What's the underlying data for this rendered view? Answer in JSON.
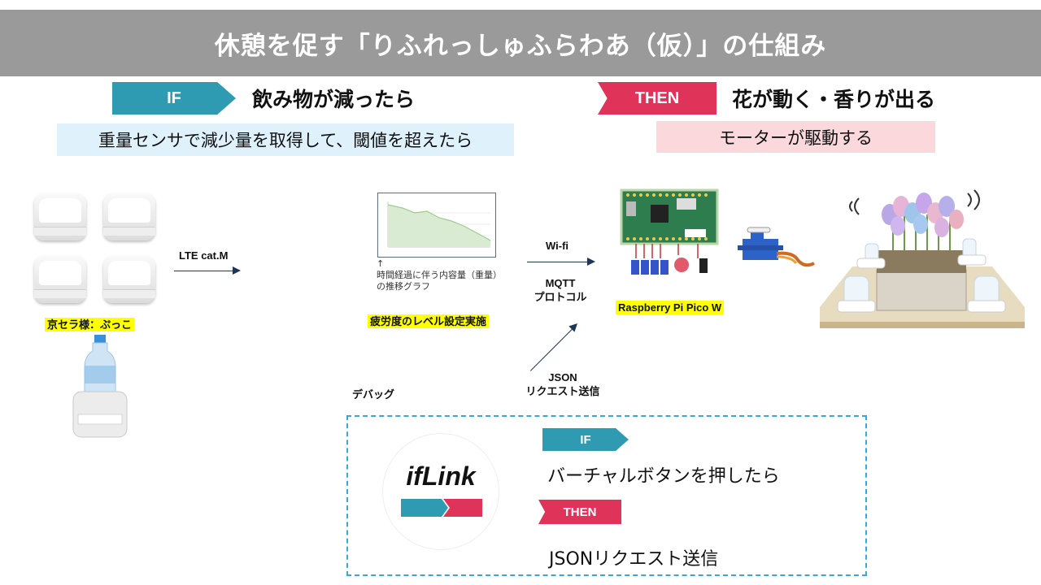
{
  "title": "休憩を促す「りふれっしゅふらわあ（仮）」の仕組み",
  "condition": {
    "badge": "IF",
    "heading": "飲み物が減ったら",
    "description": "重量センサで減少量を取得して、閾値を超えたら"
  },
  "action": {
    "badge": "THEN",
    "heading": "花が動く・香りが出る",
    "description": "モーターが駆動する"
  },
  "device_label": "京セラ様：ぷっこ",
  "link_lte": "LTE cat.M",
  "graph": {
    "note_arrow": "↑",
    "note_line1": "時間経過に伴う内容量（重量）",
    "note_line2": "の推移グラフ",
    "caption": "疲労度のレベル設定実施"
  },
  "link_wifi": "Wi-fi",
  "link_mqtt_line1": "MQTT",
  "link_mqtt_line2": "プロトコル",
  "board_label": "Raspberry Pi Pico W",
  "json_request_line1": "JSON",
  "json_request_line2": "リクエスト送信",
  "debug_label": "デバッグ",
  "iflink": {
    "logo_text": "ifLink",
    "if_badge": "IF",
    "if_text": "バーチャルボタンを押したら",
    "then_badge": "THEN",
    "then_text": "JSONリクエスト送信"
  },
  "colors": {
    "if_blue": "#2f9bb3",
    "then_red": "#e0335a",
    "title_gray": "#9a9a9a",
    "debug_border": "#3aa7dc"
  }
}
